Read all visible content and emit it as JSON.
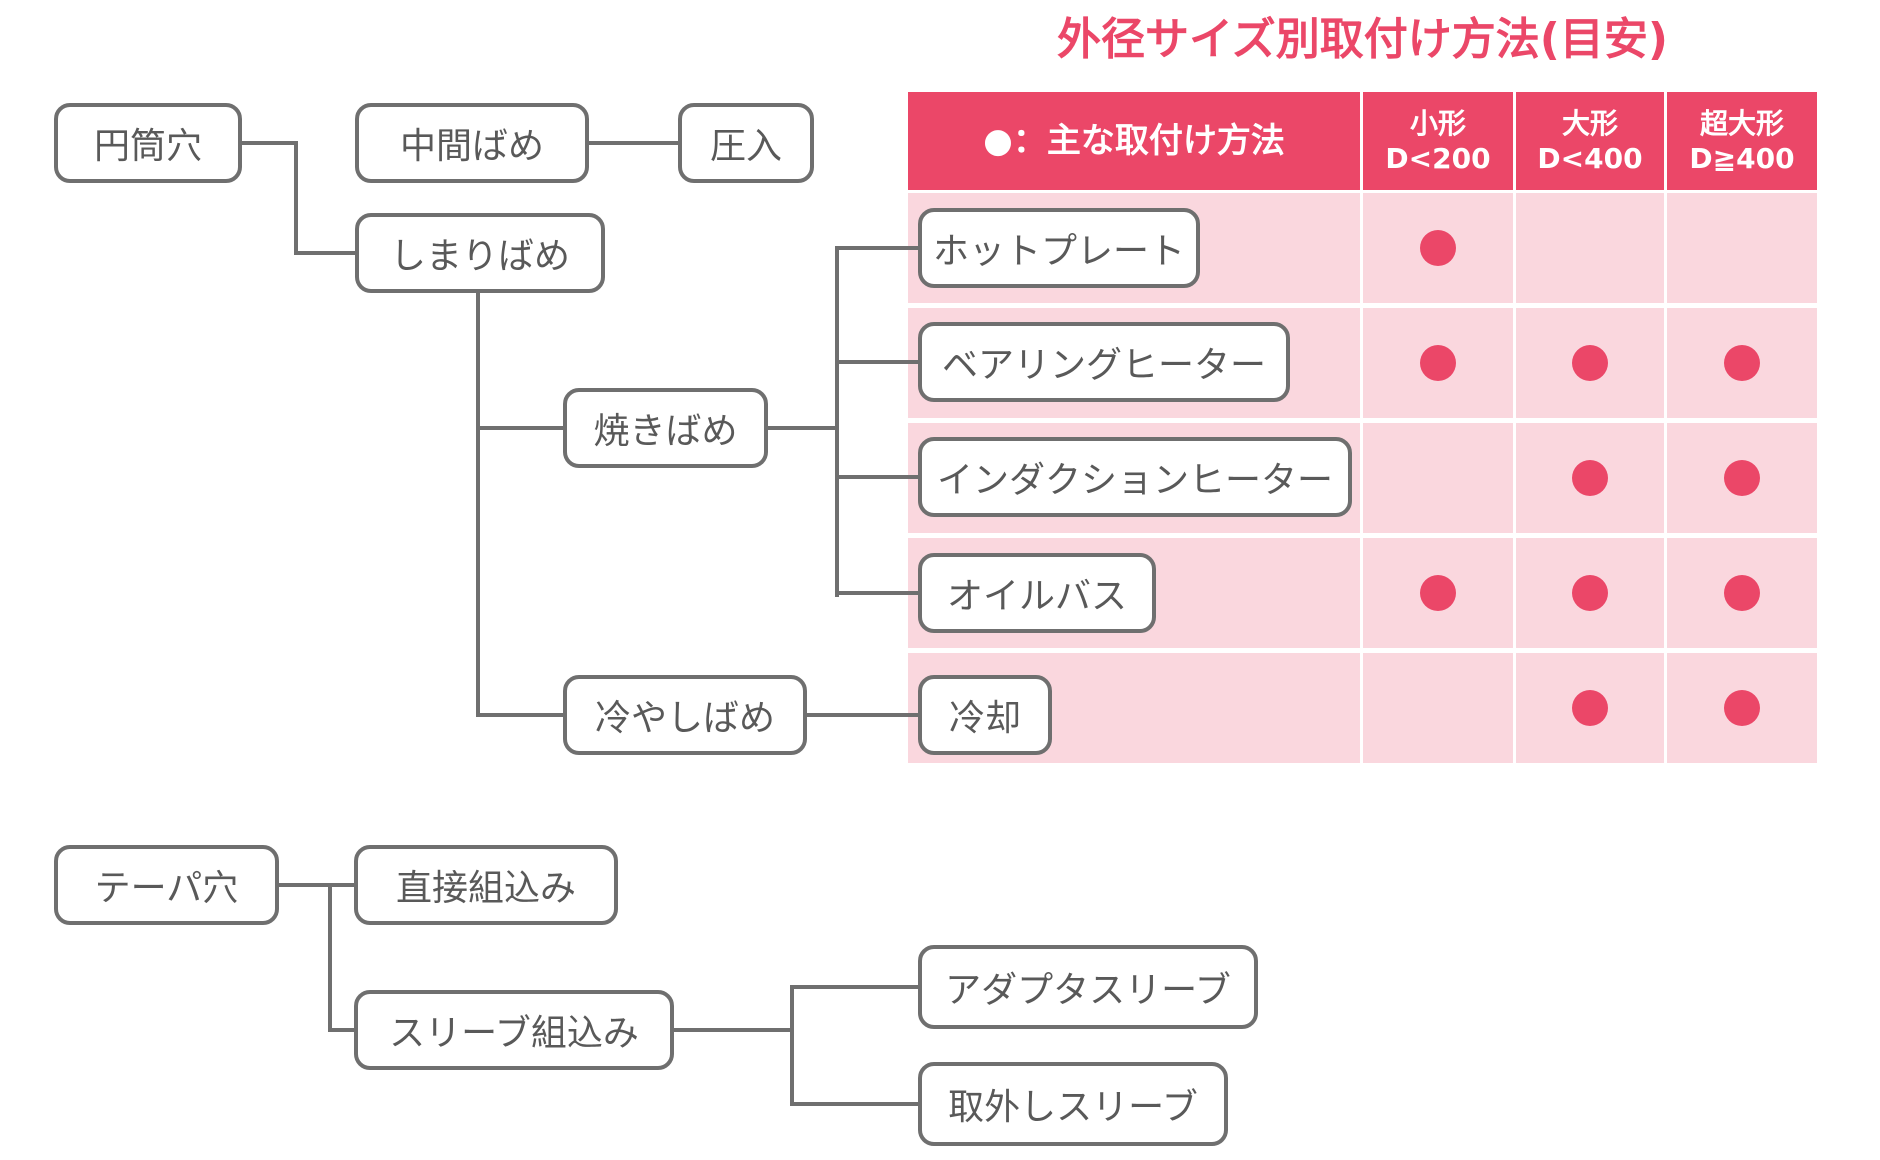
{
  "title": "外径サイズ別取付け方法(目安)",
  "colors": {
    "accent_red": "#eb4768",
    "row_pink": "#fad7de",
    "line_gray": "#6f6f6f",
    "text_gray": "#595959"
  },
  "table": {
    "legend": "●：主な取付け方法",
    "columns": [
      {
        "size": "小形",
        "range": "D<200"
      },
      {
        "size": "大形",
        "range": "D<400"
      },
      {
        "size": "超大形",
        "range": "D≧400"
      }
    ],
    "rows": [
      {
        "method": "ホットプレート",
        "dots": [
          1,
          0,
          0
        ]
      },
      {
        "method": "ベアリングヒーター",
        "dots": [
          1,
          1,
          1
        ]
      },
      {
        "method": "インダクションヒーター",
        "dots": [
          0,
          1,
          1
        ]
      },
      {
        "method": "オイルバス",
        "dots": [
          1,
          1,
          1
        ]
      },
      {
        "method": "冷却",
        "dots": [
          0,
          1,
          1
        ]
      }
    ]
  },
  "flowchart": {
    "cylindrical": {
      "root": "円筒穴",
      "intermediate_fit": "中間ばめ",
      "press_fit": "圧入",
      "interference_fit": "しまりばめ",
      "shrink_fit": "焼きばめ",
      "cold_fit": "冷やしばめ"
    },
    "tapered": {
      "root": "テーパ穴",
      "direct_mounting": "直接組込み",
      "sleeve_mounting": "スリーブ組込み",
      "adapter_sleeve": "アダプタスリーブ",
      "withdrawal_sleeve": "取外しスリーブ"
    }
  }
}
